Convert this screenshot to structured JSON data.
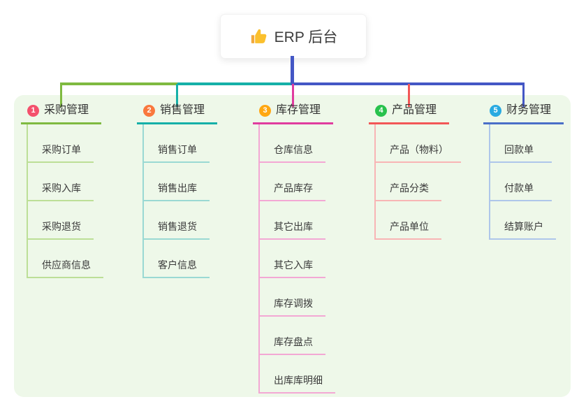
{
  "root": {
    "label": "ERP 后台",
    "icon": "thumbs-up-icon",
    "icon_color": "#fbc02d",
    "stem_color": "#4457c5"
  },
  "panel": {
    "background": "#eef8e9"
  },
  "branches": [
    {
      "number": "1",
      "label": "采购管理",
      "badge_color": "#f4516c",
      "line_color": "#7fba40",
      "child_line_color": "#bcdf97",
      "drop_color": "#7fba40",
      "children": [
        "采购订单",
        "采购入库",
        "采购退货",
        "供应商信息"
      ]
    },
    {
      "number": "2",
      "label": "销售管理",
      "badge_color": "#f9783d",
      "line_color": "#16b0a8",
      "child_line_color": "#9ad9d3",
      "drop_color": "#16b0a8",
      "children": [
        "销售订单",
        "销售出库",
        "销售退货",
        "客户信息"
      ]
    },
    {
      "number": "3",
      "label": "库存管理",
      "badge_color": "#ffa711",
      "line_color": "#e03c9f",
      "child_line_color": "#f3a8d4",
      "drop_color": "#e03c9f",
      "children": [
        "仓库信息",
        "产品库存",
        "其它出库",
        "其它入库",
        "库存调拨",
        "库存盘点",
        "出库库明细"
      ]
    },
    {
      "number": "4",
      "label": "产品管理",
      "badge_color": "#28c24d",
      "line_color": "#f25757",
      "child_line_color": "#f8b5b5",
      "drop_color": "#f25757",
      "children": [
        "产品（物料）",
        "产品分类",
        "产品单位"
      ]
    },
    {
      "number": "5",
      "label": "财务管理",
      "badge_color": "#29aae1",
      "line_color": "#4a6fc8",
      "child_line_color": "#aec6ea",
      "drop_color": "#4457c5",
      "children": [
        "回款单",
        "付款单",
        "结算账户"
      ]
    }
  ]
}
